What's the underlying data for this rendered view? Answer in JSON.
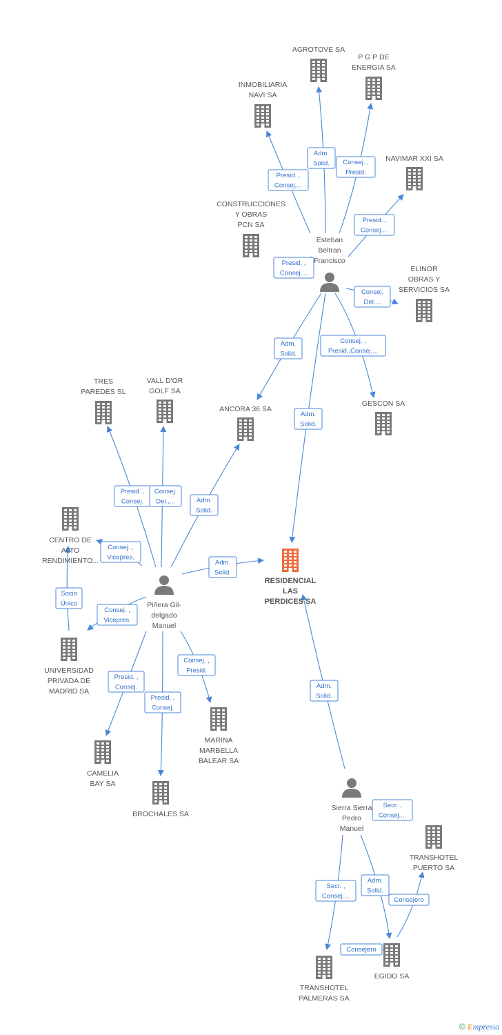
{
  "diagram": {
    "title": "",
    "colors": {
      "building": "#7a7a7a",
      "center": "#f06a3c",
      "person": "#7a7a7a",
      "edge": "#4a86d8",
      "edge_text": "#2f6fc9"
    },
    "nodes": [
      {
        "id": "center",
        "type": "center",
        "icon": "building-icon",
        "label": [
          "RESIDENCIAL",
          "LAS",
          "PERDICES SA"
        ]
      },
      {
        "id": "esteban",
        "type": "person",
        "icon": "person-icon",
        "label": [
          "Esteban",
          "Beltran",
          "Francisco"
        ]
      },
      {
        "id": "pinera",
        "type": "person",
        "icon": "person-icon",
        "label": [
          "Piñera Gil-",
          "delgado",
          "Manuel"
        ]
      },
      {
        "id": "sierra",
        "type": "person",
        "icon": "person-icon",
        "label": [
          "Sierra Sierra",
          "Pedro",
          "Manuel"
        ]
      },
      {
        "id": "agrotove",
        "type": "company",
        "icon": "building-icon",
        "label": [
          "AGROTOVE SA"
        ]
      },
      {
        "id": "pgp",
        "type": "company",
        "icon": "building-icon",
        "label": [
          "P G P DE",
          "ENERGIA SA"
        ]
      },
      {
        "id": "inmobiliaria",
        "type": "company",
        "icon": "building-icon",
        "label": [
          "INMOBILIARIA",
          "NAVI SA"
        ]
      },
      {
        "id": "navimar",
        "type": "company",
        "icon": "building-icon",
        "label": [
          "NAVIMAR XXI SA"
        ]
      },
      {
        "id": "construcciones",
        "type": "company",
        "icon": "building-icon",
        "label": [
          "CONSTRUCCIONES",
          "Y OBRAS",
          "PCN SA"
        ]
      },
      {
        "id": "elinor",
        "type": "company",
        "icon": "building-icon",
        "label": [
          "ELINOR",
          "OBRAS Y",
          "SERVICIOS SA"
        ]
      },
      {
        "id": "gescon",
        "type": "company",
        "icon": "building-icon",
        "label": [
          "GESCON SA"
        ]
      },
      {
        "id": "ancora",
        "type": "company",
        "icon": "building-icon",
        "label": [
          "ANCORA 36 SA"
        ]
      },
      {
        "id": "tres",
        "type": "company",
        "icon": "building-icon",
        "label": [
          "TRES",
          "PAREDES SL"
        ]
      },
      {
        "id": "vall",
        "type": "company",
        "icon": "building-icon",
        "label": [
          "VALL D'OR",
          "GOLF SA"
        ]
      },
      {
        "id": "centro",
        "type": "company",
        "icon": "building-icon",
        "label": [
          "CENTRO DE",
          "ALTO",
          "RENDIMIENTO..."
        ]
      },
      {
        "id": "universidad",
        "type": "company",
        "icon": "building-icon",
        "label": [
          "UNIVERSIDAD",
          "PRIVADA DE",
          "MADRID SA"
        ]
      },
      {
        "id": "camelia",
        "type": "company",
        "icon": "building-icon",
        "label": [
          "CAMELIA",
          "BAY SA"
        ]
      },
      {
        "id": "brochales",
        "type": "company",
        "icon": "building-icon",
        "label": [
          "BROCHALES SA"
        ]
      },
      {
        "id": "marina",
        "type": "company",
        "icon": "building-icon",
        "label": [
          "MARINA",
          "MARBELLA",
          "BALEAR SA"
        ]
      },
      {
        "id": "transpuerto",
        "type": "company",
        "icon": "building-icon",
        "label": [
          "TRANSHOTEL",
          "PUERTO SA"
        ]
      },
      {
        "id": "transpalmeras",
        "type": "company",
        "icon": "building-icon",
        "label": [
          "TRANSHOTEL",
          "PALMERAS SA"
        ]
      },
      {
        "id": "egido",
        "type": "company",
        "icon": "building-icon",
        "label": [
          "EGIDO SA"
        ]
      }
    ],
    "edges": [
      {
        "from": "esteban",
        "to": "agrotove",
        "label": [
          "Adm.",
          "Solid."
        ]
      },
      {
        "from": "esteban",
        "to": "pgp",
        "label": [
          "Consej. ,",
          "Presid."
        ]
      },
      {
        "from": "esteban",
        "to": "inmobiliaria",
        "label": [
          "Presid. ,",
          "Consej...."
        ]
      },
      {
        "from": "esteban",
        "to": "navimar",
        "label": [
          "Presid. ,",
          "Consej...."
        ]
      },
      {
        "from": "esteban",
        "to": "construcciones",
        "label": [
          "Presid. ,",
          "Consej...."
        ]
      },
      {
        "from": "esteban",
        "to": "elinor",
        "label": [
          "Consej.",
          "Del...."
        ]
      },
      {
        "from": "esteban",
        "to": "gescon",
        "label": [
          "Consej. ,",
          "Presid.,Consej...."
        ]
      },
      {
        "from": "esteban",
        "to": "ancora",
        "label": [
          "Adm.",
          "Solid."
        ]
      },
      {
        "from": "esteban",
        "to": "center",
        "label": [
          "Adm.",
          "Solid."
        ]
      },
      {
        "from": "pinera",
        "to": "tres",
        "label": [
          "Presid. ,",
          "Consej."
        ]
      },
      {
        "from": "pinera",
        "to": "vall",
        "label": [
          "Consej.",
          "Del.,..."
        ]
      },
      {
        "from": "pinera",
        "to": "ancora",
        "label": [
          "Adm.",
          "Solid."
        ]
      },
      {
        "from": "pinera",
        "to": "center",
        "label": [
          "Adm.",
          "Solid."
        ]
      },
      {
        "from": "pinera",
        "to": "centro",
        "label": [
          "Consej. ,",
          "Vicepres."
        ]
      },
      {
        "from": "pinera",
        "to": "universidad",
        "label": [
          "Consej. ,",
          "Vicepres."
        ]
      },
      {
        "from": "universidad",
        "to": "centro",
        "label": [
          "Socio",
          "Único"
        ]
      },
      {
        "from": "pinera",
        "to": "camelia",
        "label": [
          "Presid. ,",
          "Consej."
        ]
      },
      {
        "from": "pinera",
        "to": "brochales",
        "label": [
          "Presid. ,",
          "Consej."
        ]
      },
      {
        "from": "pinera",
        "to": "marina",
        "label": [
          "Consej. ,",
          "Presid."
        ]
      },
      {
        "from": "sierra",
        "to": "center",
        "label": [
          "Adm.",
          "Solid."
        ]
      },
      {
        "from": "sierra",
        "to": "transpalmeras",
        "label": [
          "Secr. ,",
          "Consej...."
        ]
      },
      {
        "from": "sierra",
        "to": "egido",
        "label": [
          "Adm.",
          "Solid."
        ]
      },
      {
        "from": "sierra",
        "to": "transpuerto",
        "label": [
          "Secr. ,",
          "Consej...."
        ]
      },
      {
        "from": "egido",
        "to": "transpuerto",
        "label": [
          "Consejero"
        ]
      },
      {
        "from": "egido",
        "to": "transpalmeras",
        "label": [
          "Consejero"
        ]
      }
    ]
  },
  "footer": {
    "copyright": "©",
    "brand_initial": "E",
    "brand_rest": "mpresia"
  }
}
